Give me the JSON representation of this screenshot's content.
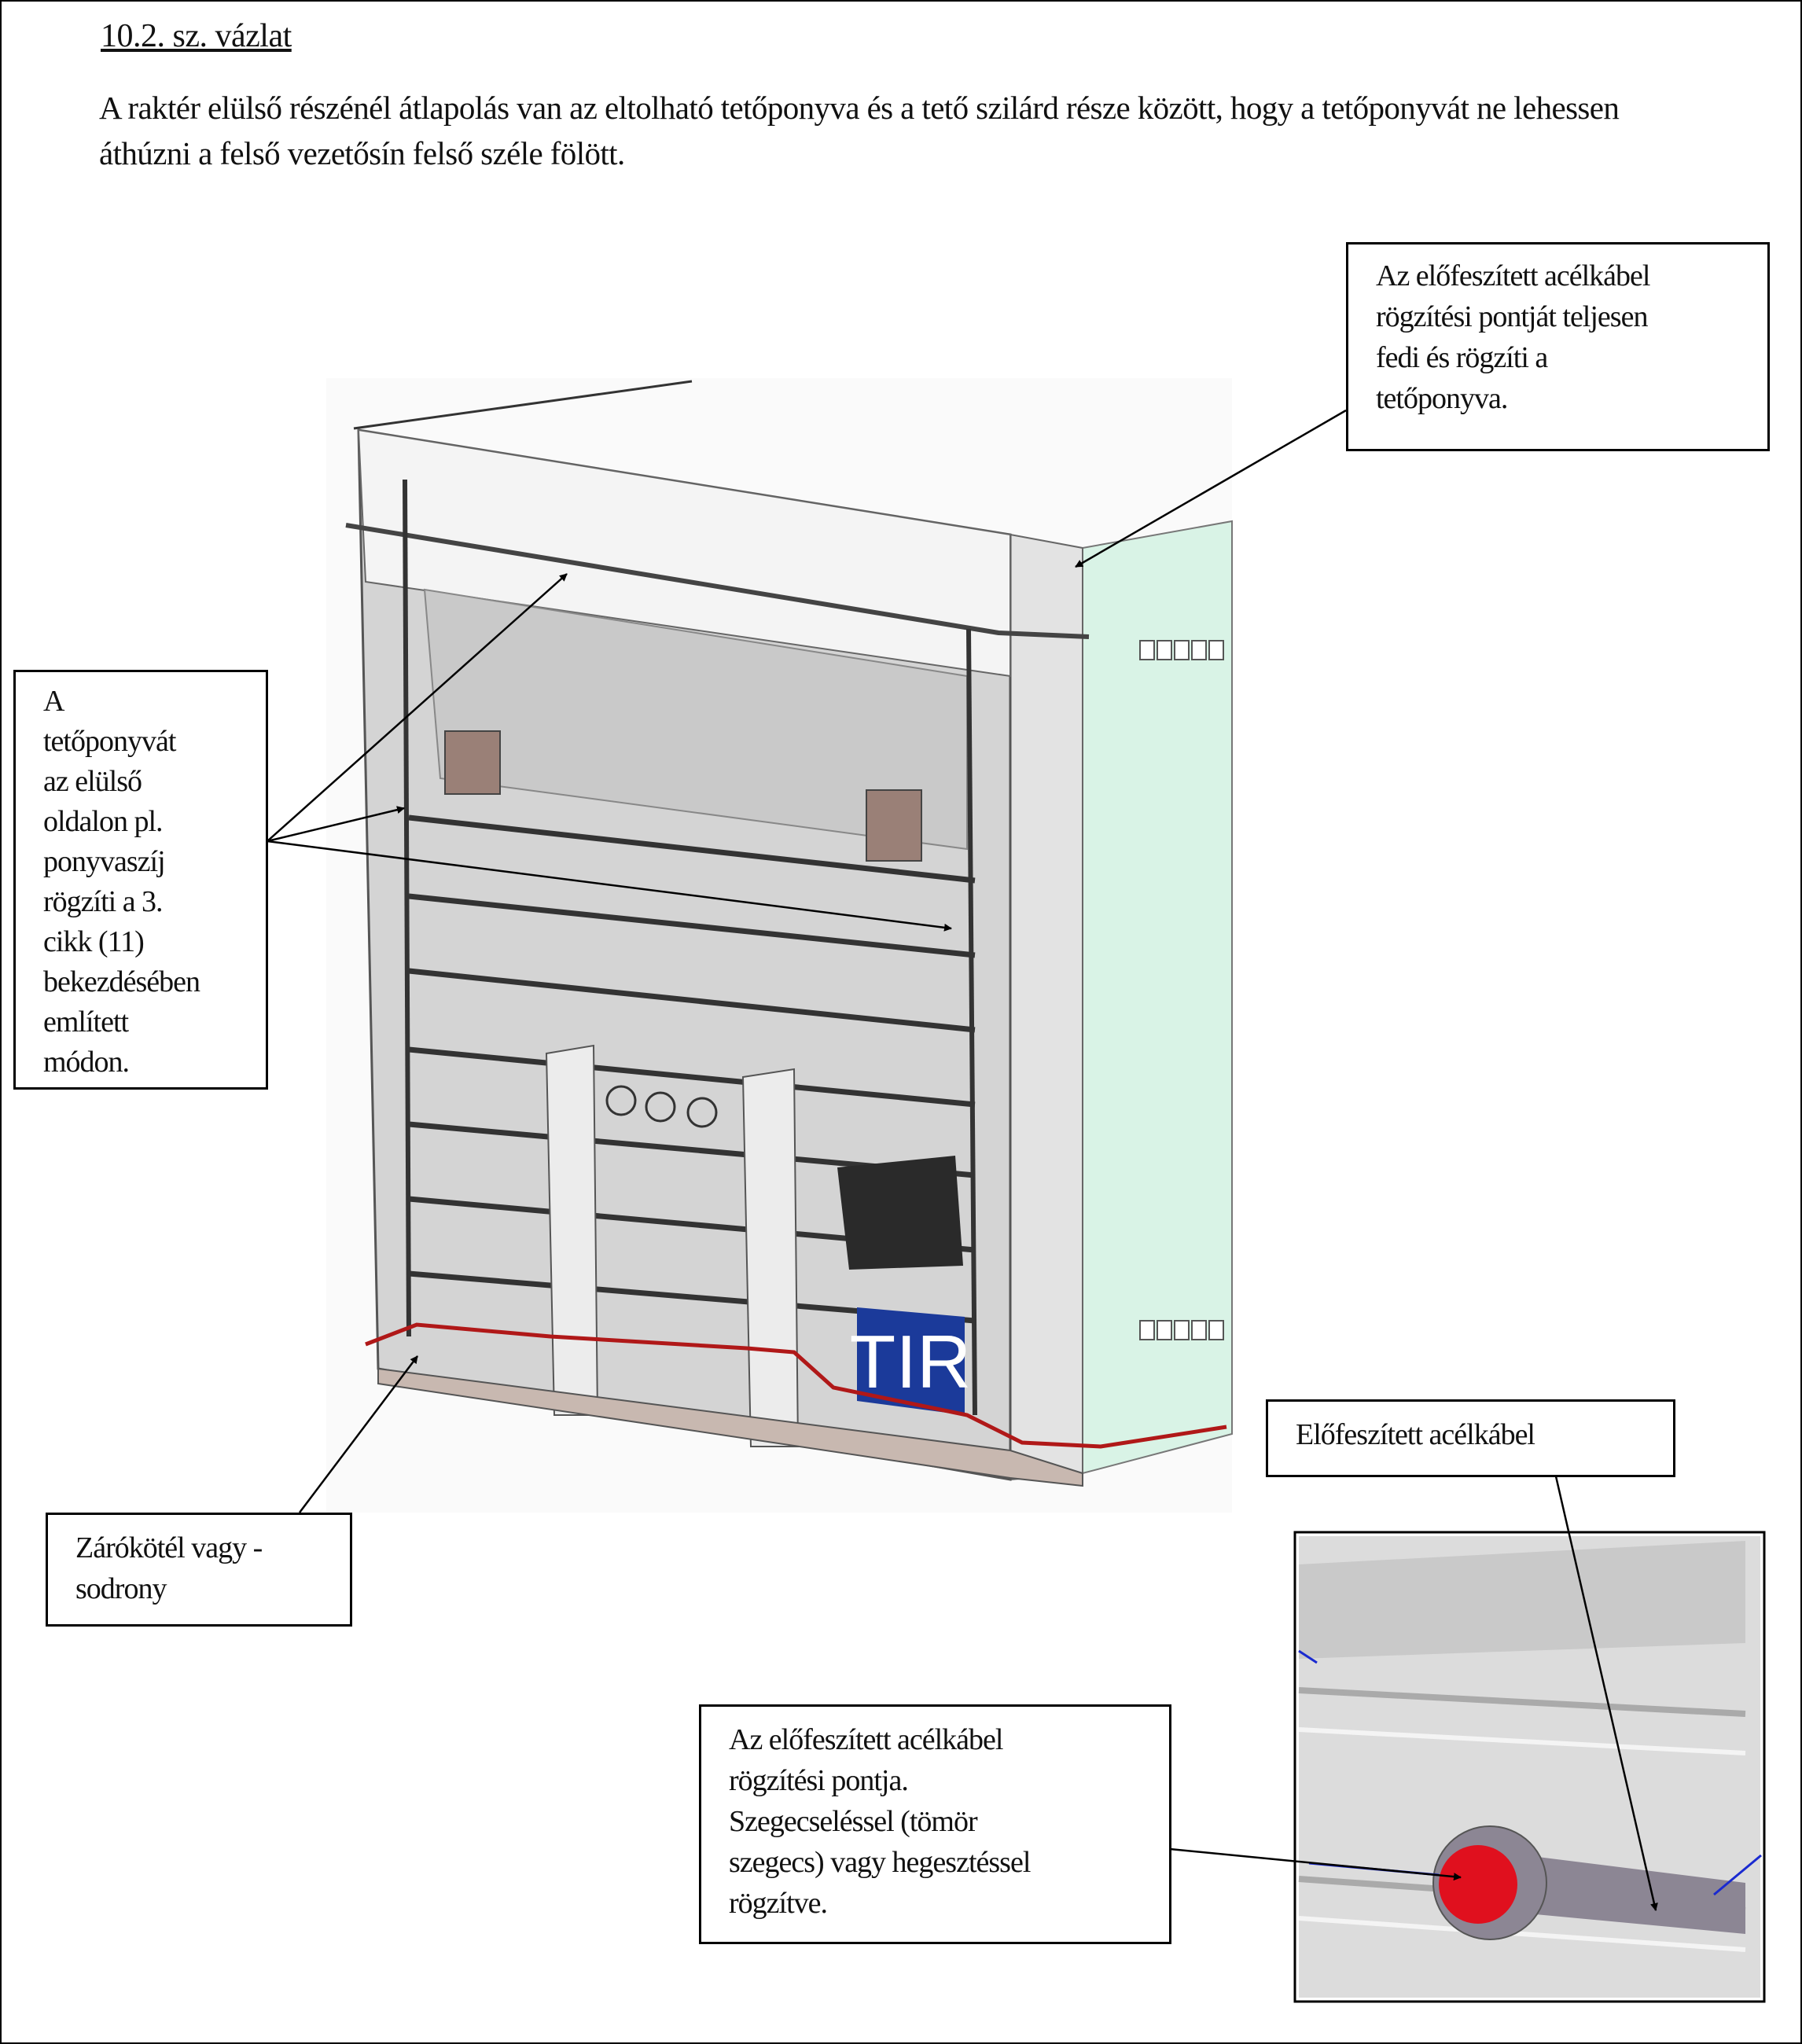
{
  "heading": "10.2. sz. vázlat",
  "intro": "A raktér elülső részénél átlapolás van az eltolható tetőponyva és a tető szilárd része között, hogy a tetőponyvát ne lehessen áthúzni a felső vezetősín felső széle fölött.",
  "callouts": {
    "top_right": [
      "Az előfeszített acélkábel",
      "rögzítési pontját teljesen",
      "fedi és rögzíti a",
      "tetőponyva."
    ],
    "left": [
      "A",
      "tetőponyvát",
      "az elülső",
      "oldalon pl.",
      "ponyvaszíj",
      "rögzíti a 3.",
      "cikk (11)",
      "bekezdésében",
      "említett",
      "módon."
    ],
    "bottom_left": [
      "Zárókötél vagy -",
      "sodrony"
    ],
    "cable": "Előfeszített acélkábel",
    "anchor": [
      "Az előfeszített acélkábel",
      "rögzítési pontja.",
      "Szegecseléssel (tömör",
      "szegecs) vagy hegesztéssel",
      "rögzítve."
    ]
  },
  "drawing": {
    "sign_text": "TIR",
    "colors": {
      "side_panel": "#d9f3e6",
      "front_panel": "#d4d4d4",
      "cable": "#b01818",
      "sign": "#1b3a9a",
      "anchor": "#e0101e"
    }
  }
}
